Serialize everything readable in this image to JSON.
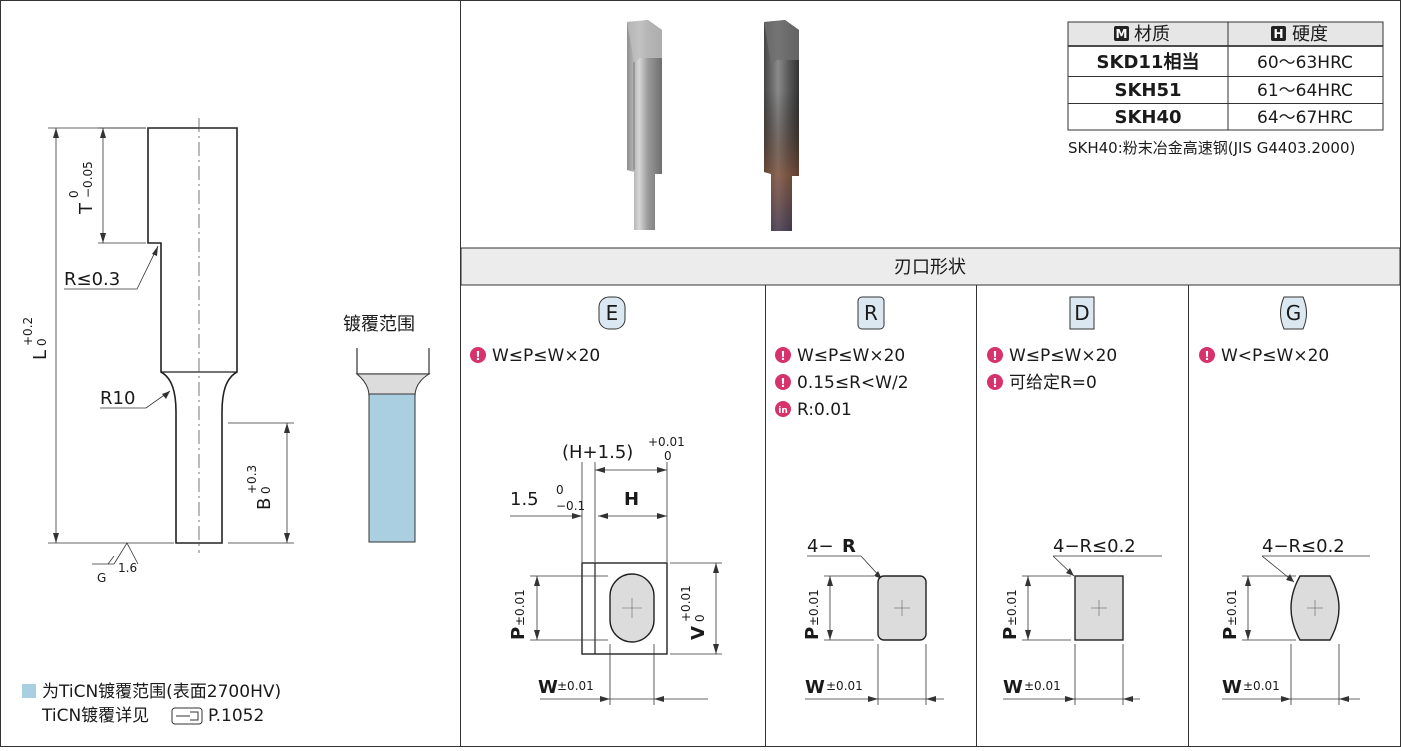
{
  "left": {
    "tol_T": {
      "letter": "T",
      "up": "0",
      "low": "−0.05"
    },
    "radius_label": "R≤0.3",
    "tol_L": {
      "letter": "L",
      "up": "+0.2",
      "low": "0"
    },
    "r10_label": "R10",
    "tol_B": {
      "letter": "B",
      "up": "+0.3",
      "low": "0"
    },
    "roughness": {
      "value": "1.6",
      "ref": "G"
    },
    "coating_title": "镀覆范围",
    "legend_line1": "为TiCN镀覆范围(表面2700HV)",
    "legend_line2_prefix": "TiCN镀覆详见",
    "legend_page": "P.1052",
    "colors": {
      "coating": "#a9cfe1",
      "legend": "#a9cfe1",
      "body": "#dcdcdc"
    }
  },
  "material_table": {
    "headers": [
      {
        "badge": "M",
        "label": "材质"
      },
      {
        "badge": "H",
        "label": "硬度"
      }
    ],
    "rows": [
      {
        "material": "SKD11相当",
        "hardness": "60～63HRC"
      },
      {
        "material": "SKH51",
        "hardness": "61～64HRC"
      },
      {
        "material": "SKH40",
        "hardness": "64～67HRC"
      }
    ],
    "note": "SKH40:粉末冶金高速钢(JIS G4403.2000)"
  },
  "section_title": "刃口形状",
  "shapes": [
    {
      "code": "E",
      "notes": [
        {
          "icon": "warn",
          "text": "W≤P≤W×20"
        }
      ],
      "dims": {
        "top": "(H+1.5)",
        "top_up": "+0.01",
        "top_low": "0",
        "left": "1.5",
        "left_up": "0",
        "left_low": "−0.1",
        "H": "H",
        "P": "P",
        "P_tol": "±0.01",
        "V": "V",
        "V_up": "+0.01",
        "V_low": "0",
        "W": "W",
        "W_tol": "±0.01"
      }
    },
    {
      "code": "R",
      "notes": [
        {
          "icon": "warn",
          "text": "W≤P≤W×20"
        },
        {
          "icon": "warn",
          "text": "0.15≤R<W/2"
        },
        {
          "icon": "min",
          "text": "R:0.01"
        }
      ],
      "dims": {
        "corner_prefix": "4−",
        "corner": "R",
        "P": "P",
        "P_tol": "±0.01",
        "W": "W",
        "W_tol": "±0.01"
      }
    },
    {
      "code": "D",
      "notes": [
        {
          "icon": "warn",
          "text": "W≤P≤W×20"
        },
        {
          "icon": "warn",
          "text": "可给定R=0"
        }
      ],
      "dims": {
        "corner": "4−R≤0.2",
        "P": "P",
        "P_tol": "±0.01",
        "W": "W",
        "W_tol": "±0.01"
      }
    },
    {
      "code": "G",
      "notes": [
        {
          "icon": "warn",
          "text": "W<P≤W×20"
        }
      ],
      "dims": {
        "corner": "4−R≤0.2",
        "P": "P",
        "P_tol": "±0.01",
        "W": "W",
        "W_tol": "±0.01"
      }
    }
  ],
  "icons": {
    "warn": "warning-icon",
    "min": "min-value-icon",
    "doc": "pointing-hand-icon"
  },
  "accent": "#1565b4"
}
